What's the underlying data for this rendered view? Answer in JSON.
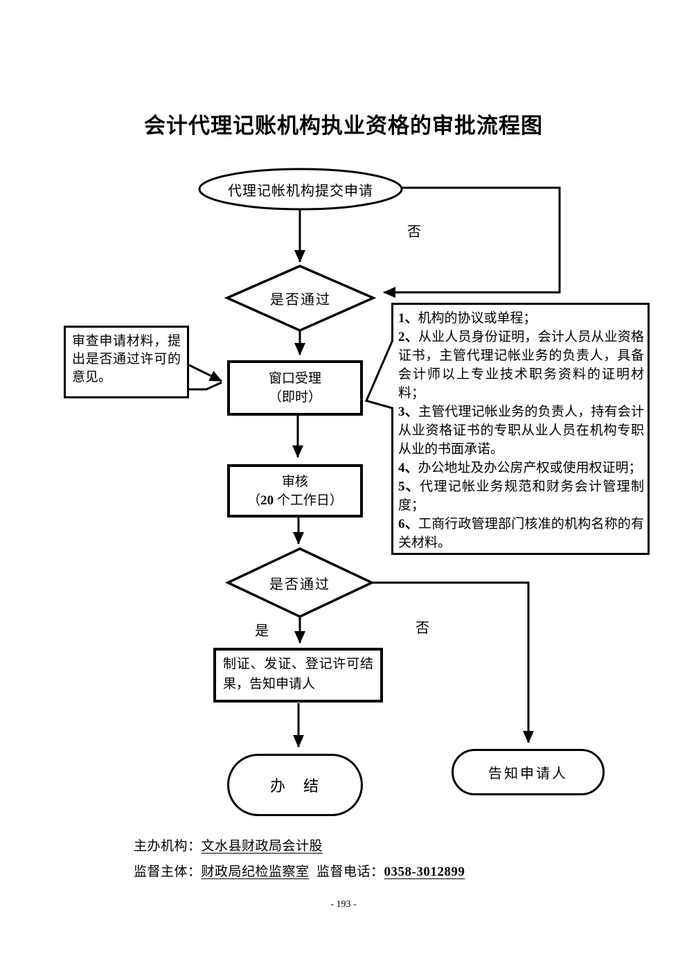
{
  "title": "会计代理记账机构执业资格的审批流程图",
  "colors": {
    "ink": "#000000",
    "paper": "#ffffff"
  },
  "flow": {
    "start": "代理记帐机构提交申请",
    "decision1": "是否通过",
    "no_label_top": "否",
    "window_line1": "窗口受理",
    "window_line2": "（即时）",
    "review_line1": "审核",
    "review_paren_open": "（",
    "review_days": "20",
    "review_paren_rest": " 个工作日）",
    "decision2": "是否通过",
    "yes_label": "是",
    "no_label_bottom": "否",
    "issue_result": "制证、发证、登记许可结果，告知申请人",
    "finish": "办　结",
    "notify": "告知申请人"
  },
  "left_note": "审查申请材料，提出是否通过许可的意见。",
  "materials": {
    "items": [
      {
        "num": "1、",
        "text": "机构的协议或单程；"
      },
      {
        "num": "2、",
        "text": "从业人员身份证明，会计人员从业资格证书，主管代理记帐业务的负责人，具备会计师以上专业技术职务资料的证明材料；"
      },
      {
        "num": "3、",
        "text": "主管代理记帐业务的负责人，持有会计从业资格证书的专职从业人员在机构专职从业的书面承诺。"
      },
      {
        "num": "4、",
        "text": "办公地址及办公房产权或使用权证明；"
      },
      {
        "num": "5、",
        "text": "代理记帐业务规范和财务会计管理制度；"
      },
      {
        "num": "6、",
        "text": "工商行政管理部门核准的机构名称的有关材料。"
      }
    ]
  },
  "footer": {
    "host_label": "主办机构：",
    "host_value": "文水县财政局会计股",
    "supervisor_label": "监督主体：",
    "supervisor_value": "财政局纪检监察室",
    "phone_label": "  监督电话：",
    "phone_value": "0358-3012899",
    "page_number": "- 193 -"
  }
}
